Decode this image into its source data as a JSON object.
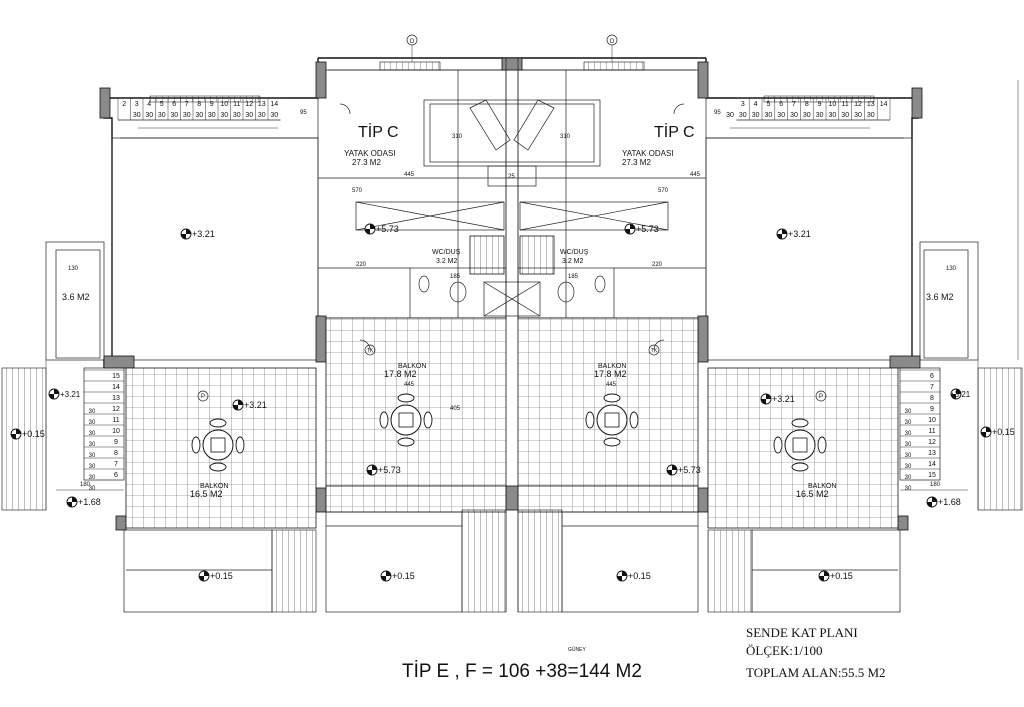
{
  "rooms": {
    "tip_c_left": "TİP C",
    "tip_c_right": "TİP C",
    "yatak_left": "YATAK ODASI",
    "yatak_left_area": "27.3 M2",
    "yatak_right": "YATAK ODASI",
    "yatak_right_area": "27.3 M2",
    "wc_left": "WC/DUŞ",
    "wc_left_area": "3.2 M2",
    "wc_right": "WC/DUŞ",
    "wc_right_area": "3.2 M2",
    "store_left": "3.6 M2",
    "store_right": "3.6 M2",
    "balkon_cl": "BALKON",
    "balkon_cl_area": "17.8 M2",
    "balkon_cr": "BALKON",
    "balkon_cr_area": "17.8 M2",
    "balkon_l": "BALKON",
    "balkon_l_area": "16.5 M2",
    "balkon_r": "BALKON",
    "balkon_r_area": "16.5 M2"
  },
  "levels": {
    "l321_a": "+3.21",
    "l321_b": "+3.21",
    "l321_c": "+3.21",
    "l321_d": "+3.21",
    "l321_e": "+3.21",
    "l321_f": "+3.21",
    "l573_a": "+5.73",
    "l573_b": "+5.73",
    "l573_c": "+5.73",
    "l573_d": "+5.73",
    "l015_a": "+0.15",
    "l015_b": "+0.15",
    "l015_c": "+0.15",
    "l015_d": "+0.15",
    "l015_e": "+0.15",
    "l015_f": "+0.15",
    "l168_a": "+1.68",
    "l168_b": "+1.68"
  },
  "dims": {
    "d95_l": "95",
    "d95_r": "95",
    "d445_l": "445",
    "d445_r": "445",
    "d310_l": "310",
    "d310_r": "310",
    "d25": "25",
    "d570_l": "570",
    "d570_r": "570",
    "d220_l": "220",
    "d220_r": "220",
    "d130_l": "130",
    "d130_r": "130",
    "d185_l": "185",
    "d185_r": "185",
    "d405": "405",
    "d445b_l": "445",
    "d445b_r": "445",
    "d180_l": "180",
    "d180_r": "180"
  },
  "stair_numbers": [
    "2",
    "3",
    "4",
    "5",
    "6",
    "7",
    "8",
    "9",
    "10",
    "11",
    "12",
    "13",
    "14"
  ],
  "stair_treads": [
    "30",
    "30",
    "30",
    "30",
    "30",
    "30",
    "30",
    "30",
    "30",
    "30",
    "30",
    "30"
  ],
  "stair_numbers_r": [
    "14",
    "13",
    "12",
    "11",
    "10",
    "9",
    "8",
    "7",
    "6",
    "5",
    "4",
    "3"
  ],
  "side_stair_numbers": [
    "15",
    "14",
    "13",
    "12",
    "11",
    "10",
    "9",
    "8",
    "7",
    "6"
  ],
  "side_stair_treads": [
    "30",
    "30",
    "30",
    "30",
    "30",
    "30",
    "30",
    "30"
  ],
  "axis_marks": {
    "top_left": "D",
    "top_right": "D",
    "tk1": "TK",
    "tk2": "TK",
    "p1": "P",
    "p2": "P"
  },
  "title_block": {
    "small_label": "GÜNEY",
    "type_formula": "TİP E , F  = 106 +38=144 M2",
    "plan_name": "SENDE KAT PLANI",
    "scale": "ÖLÇEK:1/100",
    "total_area": "TOPLAM ALAN:55.5 M2"
  },
  "colors": {
    "line": "#111111",
    "wall_fill": "#8a8a8a",
    "background": "#ffffff"
  }
}
